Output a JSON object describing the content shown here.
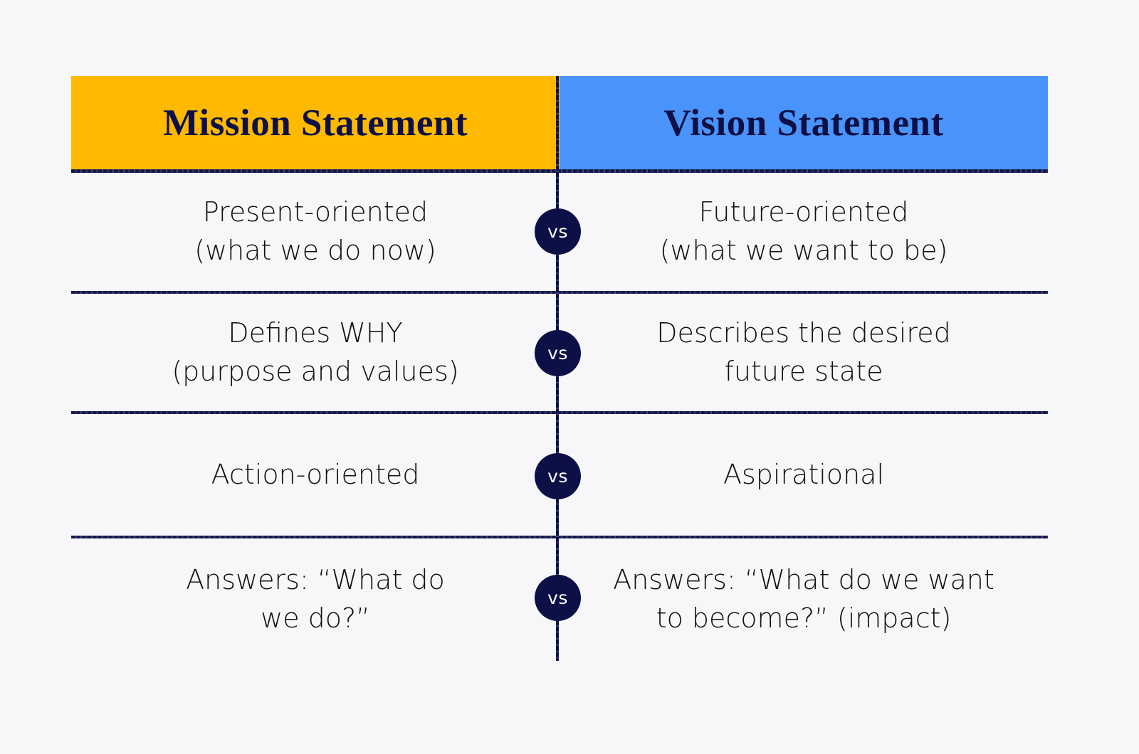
{
  "colors": {
    "background": "#f7f7fa",
    "mission_header_bg": "#ffb900",
    "vision_header_bg": "#4a93fa",
    "navy": "#0d1046",
    "body_text": "#121212",
    "badge_text": "#ffffff"
  },
  "header": {
    "mission_title": "Mission Statement",
    "vision_title": "Vision Statement"
  },
  "badge_label": "vs",
  "rows": [
    {
      "mission": "Present-oriented\n(what we do now)",
      "vs": "vs",
      "vision": "Future-oriented\n(what we want to be)"
    },
    {
      "mission": "Defines WHY\n(purpose and values)",
      "vs": "vs",
      "vision": "Describes the desired\nfuture state"
    },
    {
      "mission": "Action-oriented",
      "vs": "vs",
      "vision": "Aspirational"
    },
    {
      "mission": "Answers: “What do\nwe do?”",
      "vs": "vs",
      "vision": "Answers: “What do we want\nto become?” (impact)"
    }
  ]
}
